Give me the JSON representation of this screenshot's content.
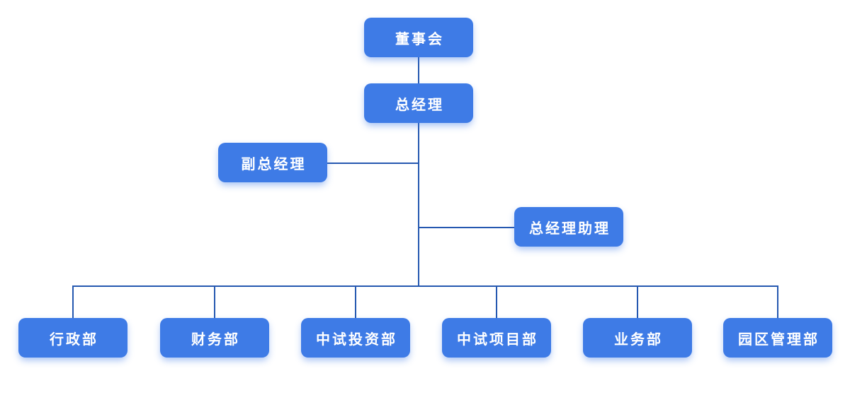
{
  "diagram": {
    "type": "org-chart",
    "title": ""
  },
  "colors": {
    "background": "#FFFFFF",
    "node_fill": "#3E7BE6",
    "node_text": "#FFFFFF",
    "connector": "#2558B0",
    "node_glow": "rgba(62,123,230,0.45)"
  },
  "nodes": [
    {
      "id": "board",
      "label": "董事会"
    },
    {
      "id": "general-manager",
      "label": "总经理"
    },
    {
      "id": "deputy-general-manager",
      "label": "副总经理"
    },
    {
      "id": "gm-assistant",
      "label": "总经理助理"
    },
    {
      "id": "admin-dept",
      "label": "行政部"
    },
    {
      "id": "finance-dept",
      "label": "财务部"
    },
    {
      "id": "pilot-investment-dept",
      "label": "中试投资部"
    },
    {
      "id": "pilot-project-dept",
      "label": "中试项目部"
    },
    {
      "id": "business-dept",
      "label": "业务部"
    },
    {
      "id": "park-management-dept",
      "label": "园区管理部"
    }
  ],
  "edges": [
    {
      "from": "board",
      "to": "general-manager"
    },
    {
      "from": "general-manager",
      "to": "deputy-general-manager"
    },
    {
      "from": "general-manager",
      "to": "gm-assistant"
    },
    {
      "from": "general-manager",
      "to": "admin-dept"
    },
    {
      "from": "general-manager",
      "to": "finance-dept"
    },
    {
      "from": "general-manager",
      "to": "pilot-investment-dept"
    },
    {
      "from": "general-manager",
      "to": "pilot-project-dept"
    },
    {
      "from": "general-manager",
      "to": "business-dept"
    },
    {
      "from": "general-manager",
      "to": "park-management-dept"
    }
  ]
}
